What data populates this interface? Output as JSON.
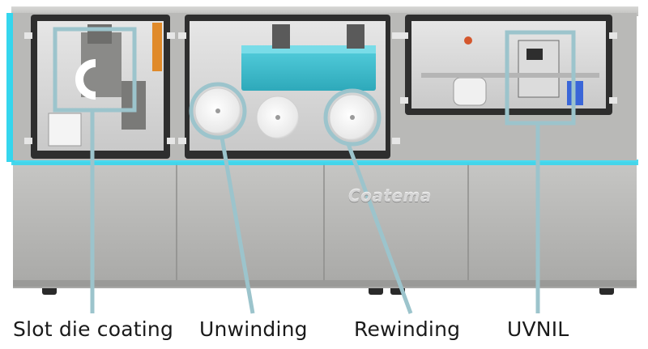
{
  "figure": {
    "brand_text": "Coatema",
    "callouts": [
      {
        "id": "slot-die",
        "label": "Slot die coating"
      },
      {
        "id": "unwinding",
        "label": "Unwinding"
      },
      {
        "id": "rewinding",
        "label": "Rewinding"
      },
      {
        "id": "uvnil",
        "label": "UVNIL"
      }
    ],
    "colors": {
      "callout": "#9cc4cc",
      "accent_glow": "#35d6ee",
      "housing": "#b4b4b2",
      "frame": "#2e2e2e",
      "blue_block": "#3bbccd"
    }
  }
}
